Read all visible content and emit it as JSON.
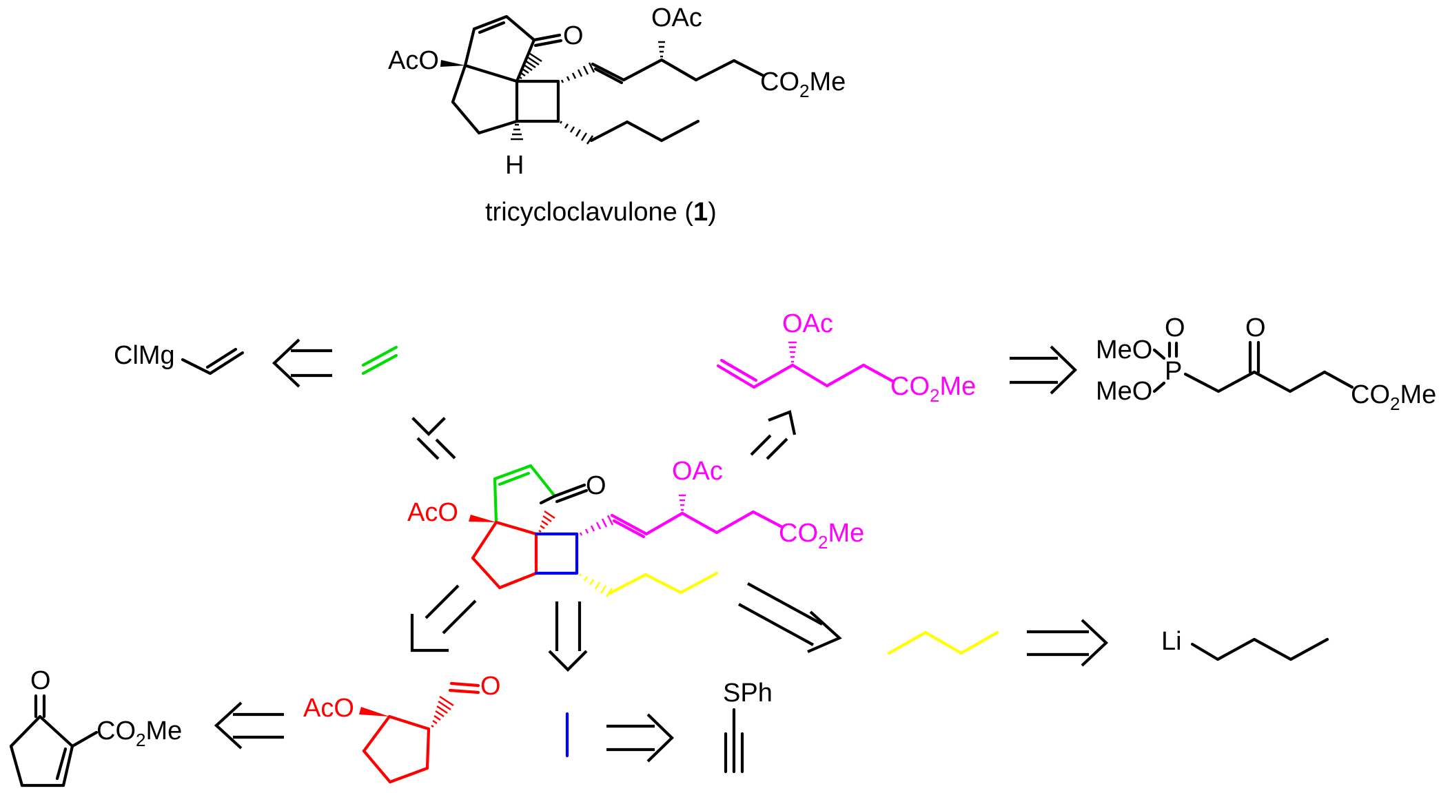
{
  "colors": {
    "black": "#000000",
    "cyclopentene": "#00dd00",
    "cyclopentane": "#ff0000",
    "cyclobutane": "#0000ff",
    "side_chain": "#ff00ff",
    "butyl": "#ffff00"
  },
  "target": {
    "caption_prefix": "tricycloclavulone (",
    "caption_number": "1",
    "caption_suffix": ")",
    "OAc": "OAc",
    "AcO": "AcO",
    "O": "O",
    "CO": "CO",
    "CO_sub": "2",
    "Me": "Me",
    "H": "H"
  },
  "retro": {
    "center": {
      "AcO": "AcO",
      "O": "O",
      "OAc": "OAc",
      "CO": "CO",
      "CO_sub": "2",
      "Me": "Me"
    },
    "vinyl_grignard": {
      "ClMg": "ClMg"
    },
    "side_chain_alkene": {
      "OAc": "OAc",
      "CO": "CO",
      "CO_sub": "2",
      "Me": "Me"
    },
    "phosphonate": {
      "MeO_1": "MeO",
      "MeO_2": "MeO",
      "P": "P",
      "O_P": "O",
      "O_ketone": "O",
      "CO": "CO",
      "CO_sub": "2",
      "Me": "Me"
    },
    "keto_ester": {
      "O": "O",
      "CO": "CO",
      "CO_sub": "2",
      "Me": "Me"
    },
    "aldehyde": {
      "AcO": "AcO",
      "O": "O"
    },
    "alkyne": {
      "SPh": "SPh"
    },
    "butyllithium": {
      "Li": "Li"
    }
  }
}
